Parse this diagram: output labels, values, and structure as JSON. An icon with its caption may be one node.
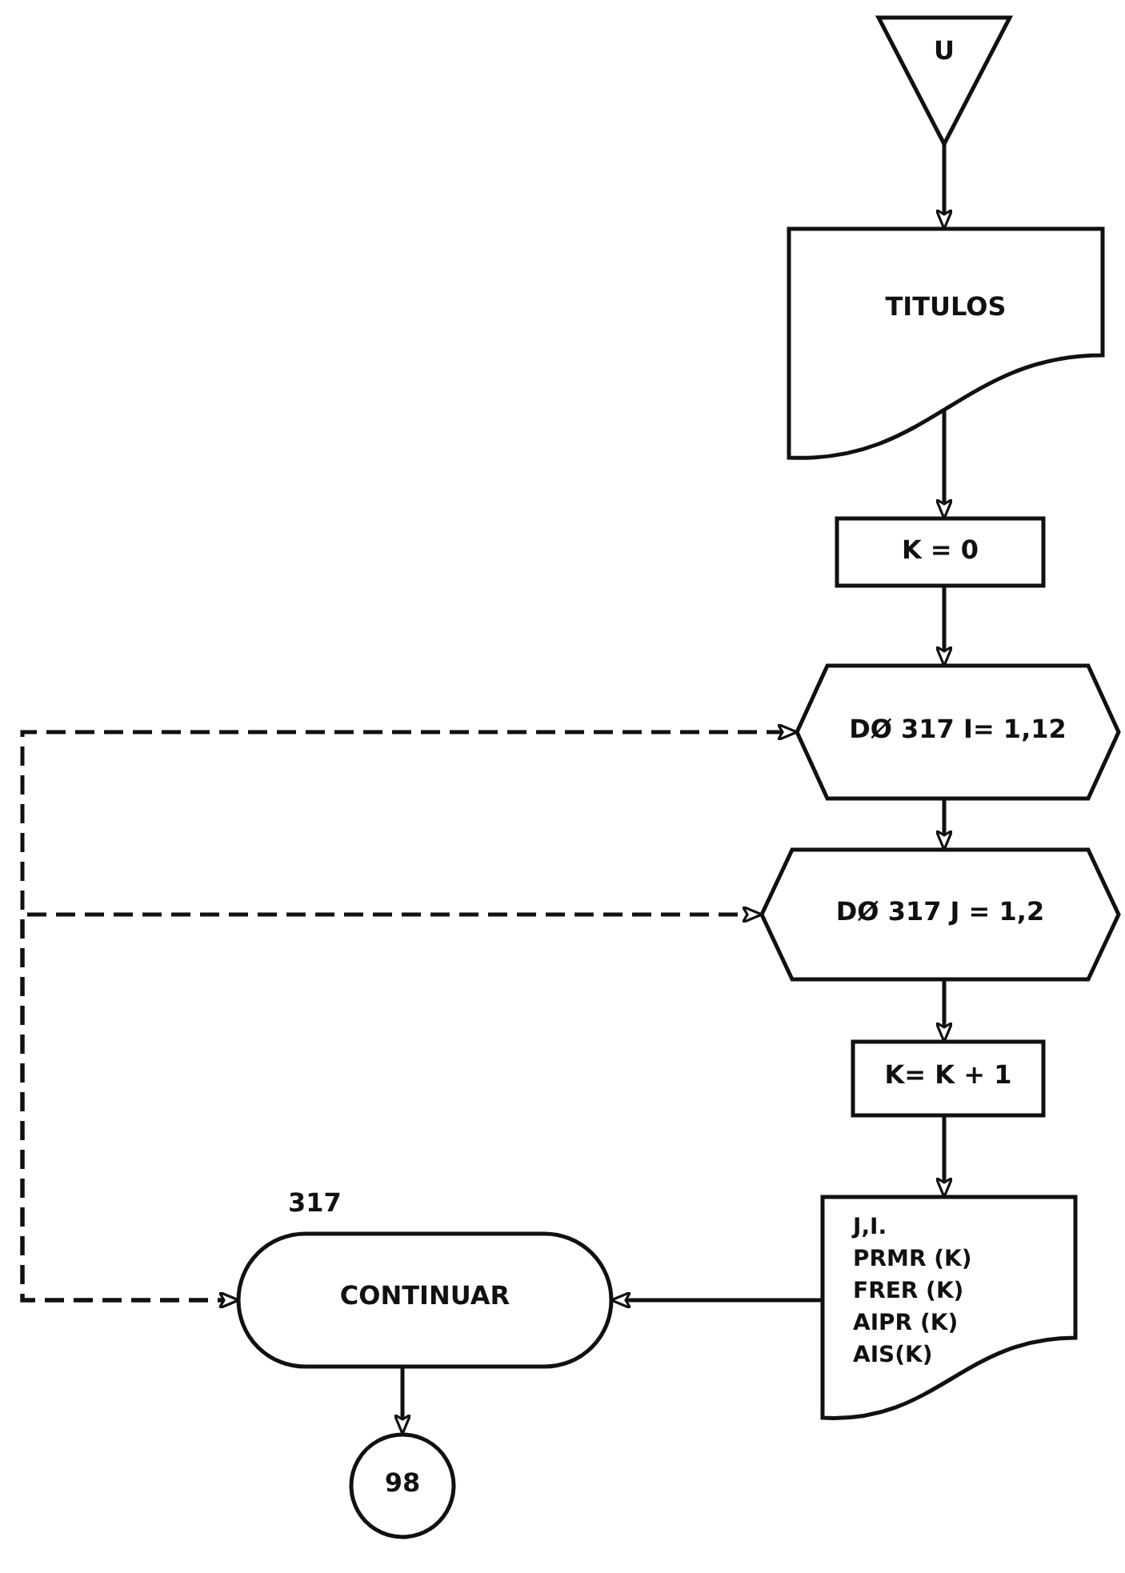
{
  "diagram": {
    "nodes": [
      {
        "text": [
          "U"
        ]
      },
      {
        "text": [
          "TITULOS"
        ]
      },
      {
        "text": [
          "K = 0"
        ]
      },
      {
        "text": [
          "DØ 317 I= 1,12"
        ]
      },
      {
        "text": [
          "DØ 317 J = 1,2"
        ]
      },
      {
        "text": [
          "K= K + 1"
        ]
      },
      {
        "text": [
          "J,I.",
          "PRMR (K)",
          "FRER (K)",
          "AIPR (K)",
          "AIS(K)"
        ]
      },
      {
        "text": [
          "CONTINUAR"
        ],
        "beside": [
          "317"
        ]
      },
      {
        "text": [
          "98"
        ]
      }
    ],
    "edges": [
      {
        "from": 0,
        "to": 1,
        "arrow": "to"
      },
      {
        "from": 1,
        "to": 2,
        "arrow": "to"
      },
      {
        "from": 2,
        "to": 3,
        "arrow": "to"
      },
      {
        "from": 3,
        "to": 4,
        "arrow": "to"
      },
      {
        "from": 4,
        "to": 5,
        "arrow": "to"
      },
      {
        "from": 5,
        "to": 6,
        "arrow": "to"
      },
      {
        "from": 6,
        "to": 7,
        "arrow": "to"
      },
      {
        "from": 7,
        "to": 8,
        "arrow": "to"
      },
      {
        "from": 7,
        "to": 3,
        "arrow": "both",
        "style": "dashed"
      },
      {
        "from": 7,
        "to": 4,
        "arrow": "both",
        "style": "dashed"
      }
    ]
  }
}
